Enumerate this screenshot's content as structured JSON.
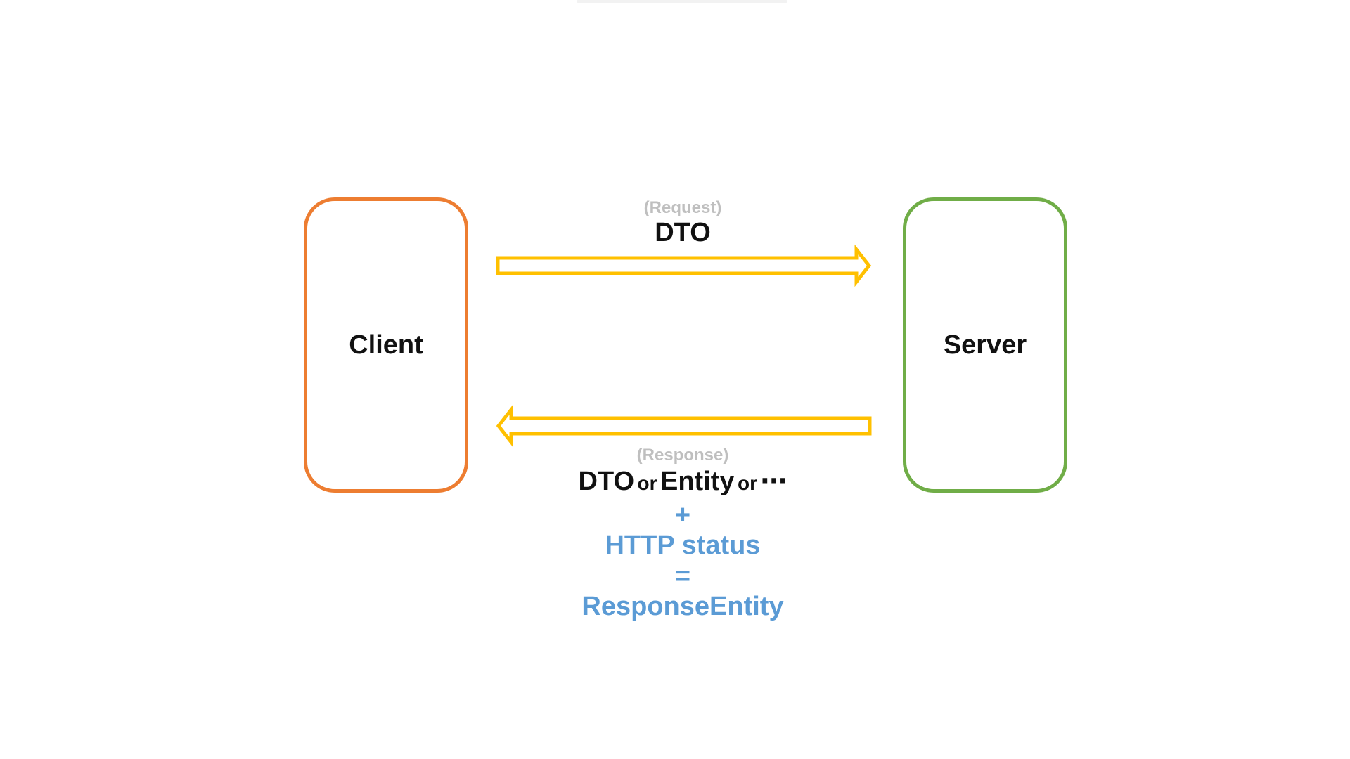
{
  "nodes": {
    "client": {
      "label": "Client",
      "color": "#ED7D31"
    },
    "server": {
      "label": "Server",
      "color": "#70AD47"
    }
  },
  "request": {
    "tag": "(Request)",
    "payload": "DTO"
  },
  "response": {
    "tag": "(Response)",
    "payload_parts": [
      "DTO",
      "or",
      "Entity",
      "or",
      "⋯"
    ],
    "plus": "+",
    "status": "HTTP status",
    "equals": "=",
    "result": "ResponseEntity"
  },
  "colors": {
    "arrow": "#FFC000",
    "accent_text": "#5B9BD5",
    "tag_text": "#BFBFBF"
  }
}
